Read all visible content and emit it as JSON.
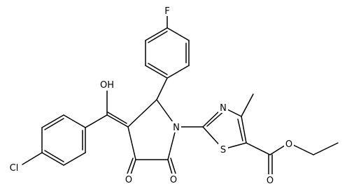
{
  "molecule": {
    "atom_labels": {
      "fluorine": "F",
      "hydroxyl": "OH",
      "chlorine": "Cl",
      "pyrrolidine_nitrogen": "N",
      "thiazole_nitrogen": "N",
      "thiazole_sulfur": "S",
      "ketone_oxygen": "O",
      "lactam_oxygen": "O",
      "ester_ether_oxygen": "O",
      "ester_carbonyl_oxygen": "O"
    }
  }
}
